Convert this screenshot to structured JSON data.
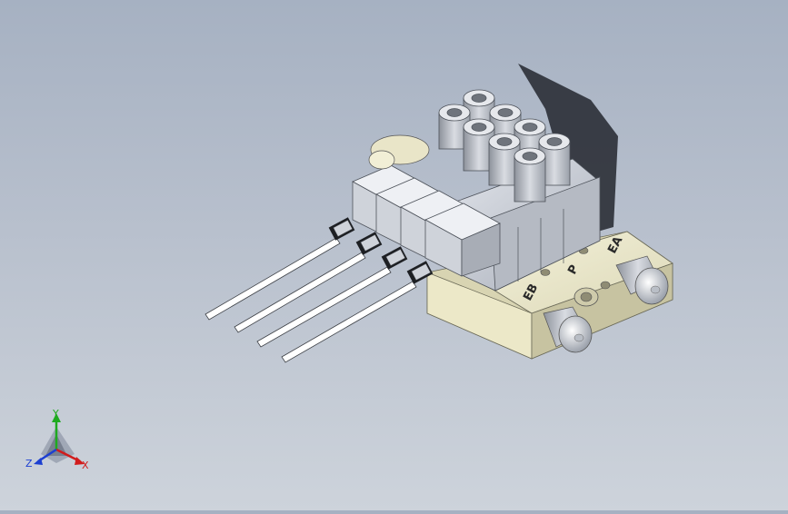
{
  "model": {
    "port_labels": {
      "eb": "EB",
      "p": "P",
      "ea": "EA"
    }
  },
  "triad": {
    "x_label": "X",
    "y_label": "Y",
    "z_label": "Z",
    "colors": {
      "x": "#d11c1c",
      "y": "#1faa1f",
      "z": "#1c3fd1"
    }
  }
}
